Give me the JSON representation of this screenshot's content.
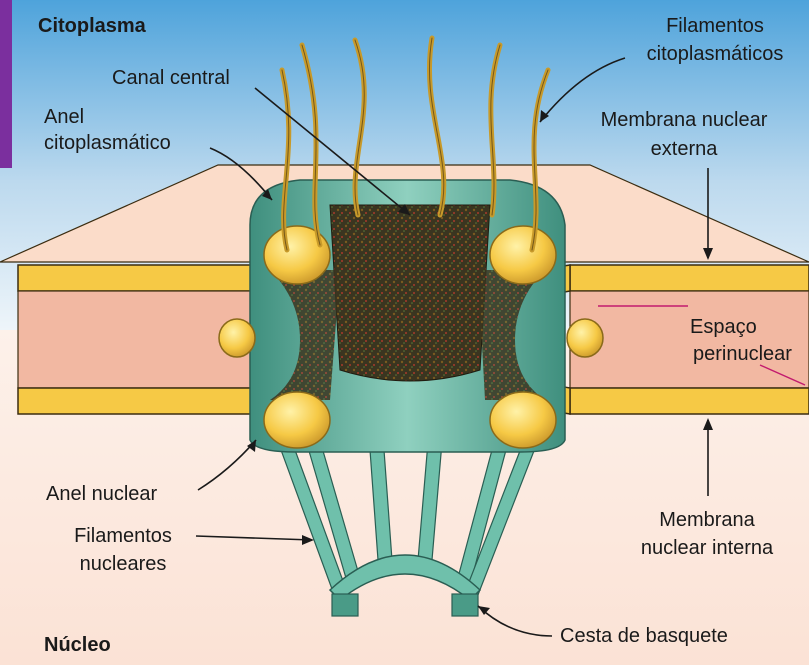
{
  "regions": {
    "cytoplasm": "Citoplasma",
    "nucleus": "Núcleo"
  },
  "labels": {
    "central_channel": "Canal central",
    "cytoplasmic_filaments_1": "Filamentos",
    "cytoplasmic_filaments_2": "citoplasmáticos",
    "cytoplasmic_ring_1": "Anel",
    "cytoplasmic_ring_2": "citoplasmático",
    "outer_membrane_1": "Membrana nuclear",
    "outer_membrane_2": "externa",
    "perinuclear_space_1": "Espaço",
    "perinuclear_space_2": "perinuclear",
    "nuclear_ring": "Anel nuclear",
    "nuclear_filaments_1": "Filamentos",
    "nuclear_filaments_2": "nucleares",
    "inner_membrane_1": "Membrana",
    "inner_membrane_2": "nuclear interna",
    "basket": "Cesta de basquete"
  },
  "colors": {
    "cytoplasm_top": "#5aa8dc",
    "cytoplasm_bottom": "#e6f1f8",
    "nucleus_bg": "#fbe7dc",
    "perinuclear": "#f2b8a2",
    "membrane_yellow": "#f6c945",
    "membrane_outline": "#3b2c10",
    "pore_teal": "#5fb3a0",
    "channel_dark": "#3a3520",
    "accent_bar": "#7b2f9e",
    "pointer_magenta": "#c21a6e"
  }
}
